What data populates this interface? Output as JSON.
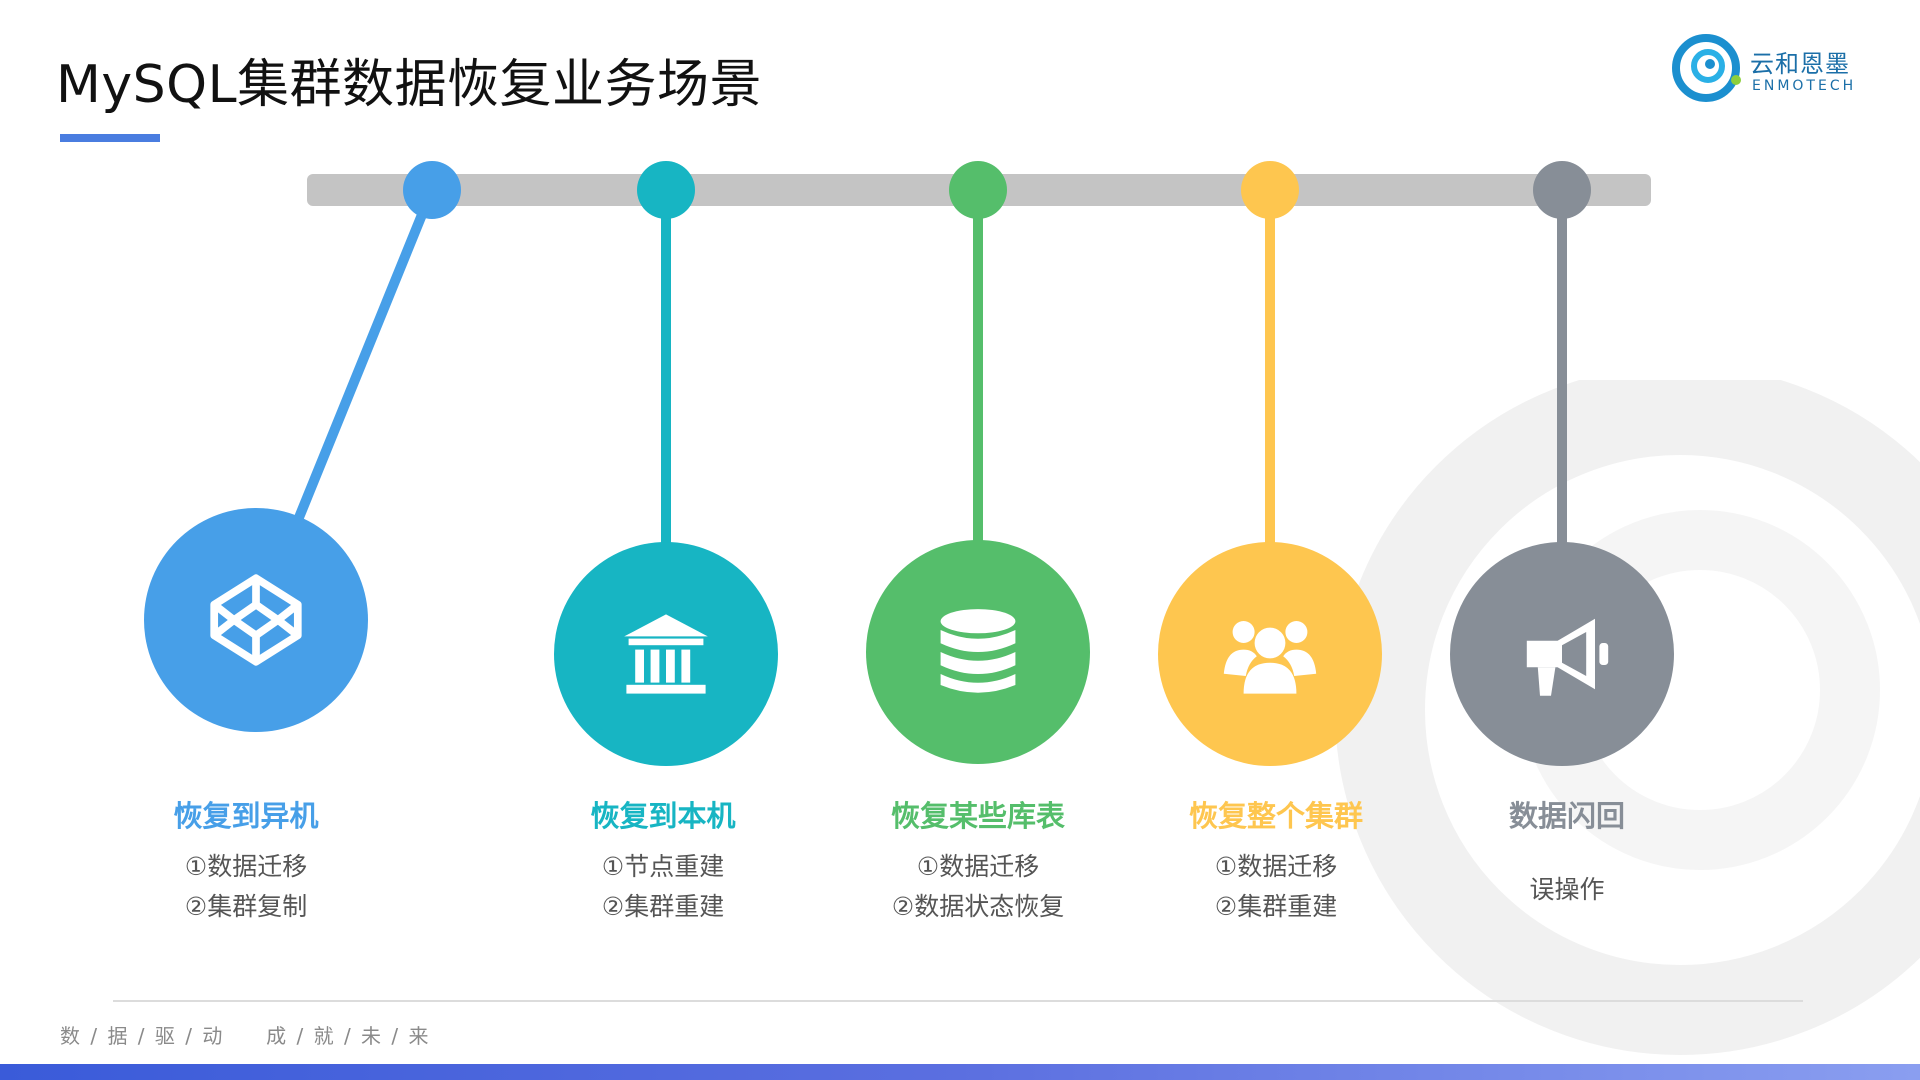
{
  "header": {
    "title": "MySQL集群数据恢复业务场景",
    "logo_cn": "云和恩墨",
    "logo_en": "ENMOTECH"
  },
  "scenarios": [
    {
      "title": "恢复到异机",
      "color": "#479fe8",
      "icon": "codepen-box-icon",
      "items": [
        "①数据迁移",
        "②集群复制"
      ]
    },
    {
      "title": "恢复到本机",
      "color": "#17b5c3",
      "icon": "bank-building-icon",
      "items": [
        "①节点重建",
        "②集群重建"
      ]
    },
    {
      "title": "恢复某些库表",
      "color": "#55be6b",
      "icon": "database-icon",
      "items": [
        "①数据迁移",
        "②数据状态恢复"
      ]
    },
    {
      "title": "恢复整个集群",
      "color": "#fec64f",
      "icon": "users-group-icon",
      "items": [
        "①数据迁移",
        "②集群重建"
      ]
    },
    {
      "title": "数据闪回",
      "color": "#878e97",
      "icon": "megaphone-icon",
      "items": [
        "误操作"
      ]
    }
  ],
  "footer": {
    "slogan": "数 / 据 / 驱 / 动     成 / 就 / 未 / 来"
  }
}
